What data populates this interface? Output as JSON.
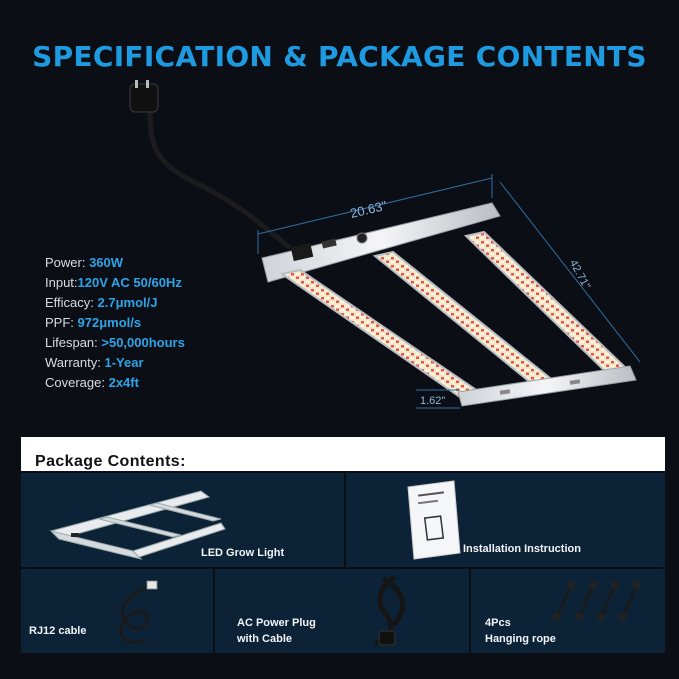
{
  "title": "SPECIFICATION & PACKAGE CONTENTS",
  "dimensions": {
    "width": "20.63\"",
    "length": "42.71\"",
    "height": "1.62\""
  },
  "specs": [
    {
      "label": "Power: ",
      "value": "360W"
    },
    {
      "label": "Input:",
      "value": "120V AC 50/60Hz"
    },
    {
      "label": "Efficacy: ",
      "value": "2.7μmol/J"
    },
    {
      "label": "PPF: ",
      "value": "972μmol/s"
    },
    {
      "label": "Lifespan: ",
      "value": ">50,000hours"
    },
    {
      "label": "Warranty: ",
      "value": "1-Year"
    },
    {
      "label": "Coverage: ",
      "value": "2x4ft"
    }
  ],
  "package": {
    "title": "Package Contents:",
    "items": {
      "light": "LED Grow Light",
      "manual": "Installation Instruction",
      "rj12": "RJ12 cable",
      "plug_line1": "AC Power Plug",
      "plug_line2": "with Cable",
      "rope_line1": "4Pcs",
      "rope_line2": "Hanging rope"
    }
  },
  "colors": {
    "accent": "#1e9be0",
    "cell_bg": "#0c2237",
    "background": "#0b0f15"
  }
}
